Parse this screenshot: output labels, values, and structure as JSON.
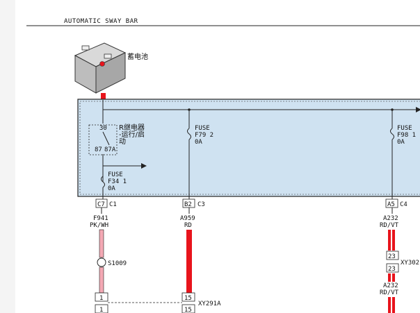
{
  "header": {
    "title": "AUTOMATIC SWAY BAR"
  },
  "battery": {
    "label": "蓄电池"
  },
  "relay": {
    "pin_30": "30",
    "label_line1": "R继电器",
    "label_line2": "-运行/启",
    "label_line3": "动",
    "pin_87": "87",
    "pin_87a": "87A"
  },
  "fuses": [
    {
      "line1": "FUSE",
      "line2": "F34 1",
      "line3": "0A"
    },
    {
      "line1": "FUSE",
      "line2": "F79 2",
      "line3": "0A"
    },
    {
      "line1": "FUSE",
      "line2": "F98 1",
      "line3": "0A"
    }
  ],
  "connectors": [
    {
      "pin": "C7",
      "name": "C1",
      "circuit": "F941",
      "color": "PK/WH"
    },
    {
      "pin": "B2",
      "name": "C3",
      "circuit": "A959",
      "color": "RD"
    },
    {
      "pin": "A5",
      "name": "C4",
      "circuit": "A232",
      "color": "RD/VT"
    }
  ],
  "splice": {
    "label": "S1009"
  },
  "xy291a": {
    "pin_left": "1",
    "pin_right": "15",
    "label": "XY291A"
  },
  "xy302": {
    "pin": "23",
    "label": "XY302",
    "circuit": "A232",
    "color": "RD/VT"
  },
  "colors": {
    "fuse_box_fill": "#cfe2f1",
    "wire_red": "#e8141c",
    "wire_pink": "#f4a9b4",
    "line": "#222222"
  }
}
